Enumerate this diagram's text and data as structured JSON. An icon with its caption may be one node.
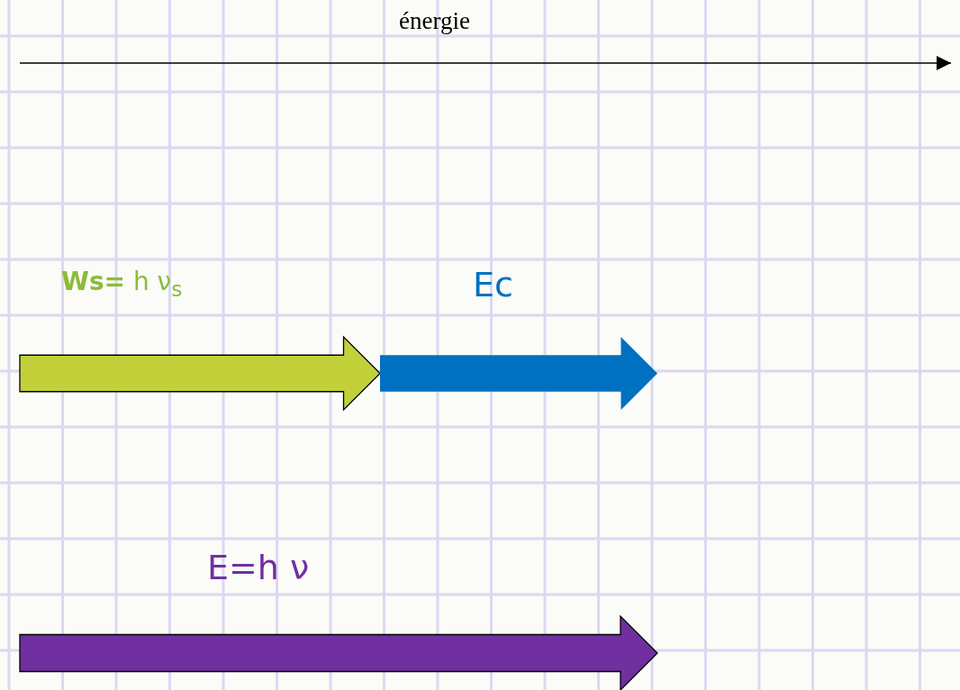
{
  "diagram": {
    "nodes": [
      {
        "text": [
          "**Ws=** h ν$_{s}$"
        ]
      },
      {
        "text": [
          "Ec"
        ]
      },
      {
        "text": [
          "E=h ν"
        ]
      }
    ],
    "labels": [
      "énergie"
    ]
  }
}
